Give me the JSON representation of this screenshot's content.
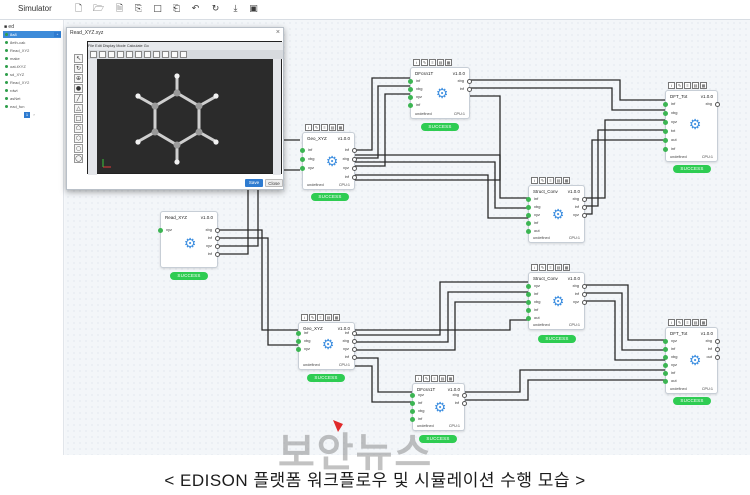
{
  "app": {
    "title": "Simulator"
  },
  "sidebar": {
    "header": "■ ed",
    "selected": "8a8",
    "items": [
      "8eth-cak",
      "Read_XY2",
      "make",
      "oat-tXYZ",
      "sd_XYZ",
      "Read_XY2",
      "rdwt",
      "asNet",
      "ead_fun"
    ],
    "pages": [
      "1",
      "›"
    ]
  },
  "dialog": {
    "title": "Read_XYZ.xyz",
    "menu": "File  Edit  Display  Mode  Calculate  Go",
    "ok_label": "Save",
    "cancel_label": "Close"
  },
  "nodes": [
    {
      "id": "n1",
      "name": "DFcsn1T",
      "version": "v1.0.0",
      "footer": "undefined",
      "cpu": "CPU:1",
      "status": "SUCCESS",
      "inputs": [
        "inf",
        "xbg",
        "xyz",
        "inf"
      ],
      "outputs": [
        "xbg",
        "inf"
      ]
    },
    {
      "id": "n2",
      "name": "DFT_Tot",
      "version": "v1.0.0",
      "footer": "undefined",
      "cpu": "CPU:1",
      "status": "SUCCESS",
      "inputs": [
        "inf",
        "xbg",
        "xyz",
        "txt",
        "out",
        "inf"
      ],
      "outputs": [
        "xbg"
      ]
    },
    {
      "id": "n3",
      "name": "Geo_XYZ",
      "version": "v1.0.0",
      "footer": "undefined",
      "cpu": "CPU:1",
      "status": "SUCCESS",
      "inputs": [
        "inf",
        "xbg",
        "xyz"
      ],
      "outputs": [
        "inf",
        "xbg",
        "xyz",
        "inf"
      ]
    },
    {
      "id": "n4",
      "name": "Read_XYZ",
      "version": "v1.0.0",
      "footer": "",
      "cpu": "",
      "status": "SUCCESS",
      "inputs": [
        "xyz"
      ],
      "outputs": [
        "xbg",
        "inf",
        "xyz",
        "inf"
      ]
    },
    {
      "id": "n5",
      "name": "Struct_Conv",
      "version": "v1.0.0",
      "footer": "undefined",
      "cpu": "CPU:1",
      "status": "SUCCESS",
      "inputs": [
        "inf",
        "xbg",
        "xyz",
        "inf",
        "out"
      ],
      "outputs": [
        "xbg",
        "inf",
        "xyz"
      ]
    },
    {
      "id": "n6",
      "name": "Struct_Conv",
      "version": "v1.0.0",
      "footer": "undefined",
      "cpu": "CPU:1",
      "status": "SUCCESS",
      "inputs": [
        "xyz",
        "inf",
        "xbg",
        "inf",
        "out"
      ],
      "outputs": [
        "xbg",
        "inf",
        "xyz"
      ]
    },
    {
      "id": "n7",
      "name": "Geo_XYZ",
      "version": "v1.0.0",
      "footer": "undefined",
      "cpu": "CPU:1",
      "status": "SUCCESS",
      "inputs": [
        "inf",
        "xbg",
        "xyz"
      ],
      "outputs": [
        "inf",
        "xbg",
        "xyz",
        "inf"
      ]
    },
    {
      "id": "n8",
      "name": "DFT_Tot",
      "version": "v1.0.0",
      "footer": "undefined",
      "cpu": "CPU:1",
      "status": "SUCCESS",
      "inputs": [
        "xyz",
        "inf",
        "xbg",
        "xyz",
        "inf",
        "out"
      ],
      "outputs": [
        "xbg",
        "inf",
        "out"
      ]
    },
    {
      "id": "n9",
      "name": "DFcsn1T",
      "version": "v1.0.0",
      "footer": "undefined",
      "cpu": "CPU:1",
      "status": "SUCCESS",
      "inputs": [
        "xyz",
        "inf",
        "xbg",
        "inf"
      ],
      "outputs": [
        "xbg",
        "inf"
      ]
    }
  ],
  "caption": "< EDISON 플랫폼 워크플로우 및 시뮬레이션 수행 모습 >",
  "watermark": "보안뉴스",
  "colors": {
    "success": "#2ecc52",
    "port_in": "#3cb553",
    "gear": "#3e8fe0",
    "selected": "#3d8bd9"
  }
}
